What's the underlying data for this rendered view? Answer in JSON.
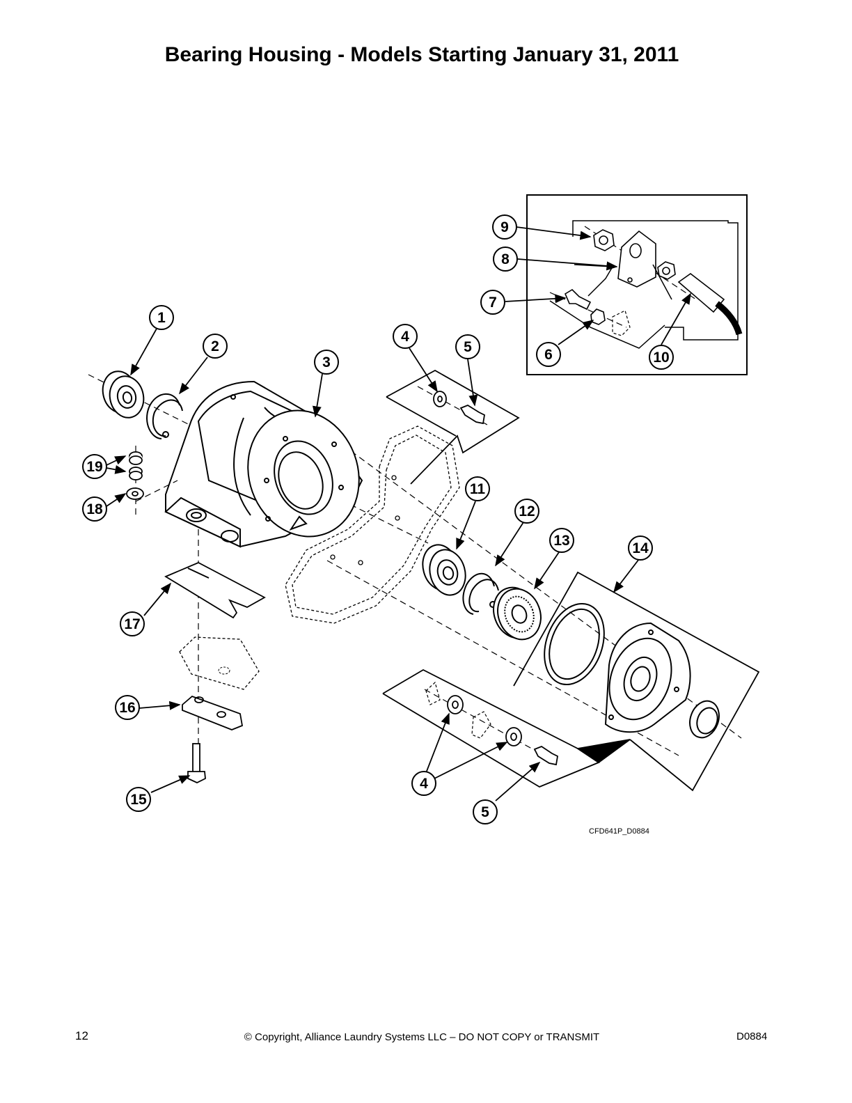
{
  "page": {
    "title": "Bearing Housing - Models Starting January 31, 2011",
    "page_number": "12",
    "copyright": "© Copyright, Alliance Laundry Systems LLC – DO NOT COPY or TRANSMIT",
    "doc_code": "D0884"
  },
  "diagram": {
    "drawing_code": "CFD641P_D0884",
    "callouts": {
      "c1": "1",
      "c2": "2",
      "c3": "3",
      "c4a": "4",
      "c5a": "5",
      "c6": "6",
      "c7": "7",
      "c8": "8",
      "c9": "9",
      "c10": "10",
      "c11": "11",
      "c12": "12",
      "c13": "13",
      "c14": "14",
      "c15": "15",
      "c16": "16",
      "c17": "17",
      "c18": "18",
      "c19": "19",
      "c4b": "4",
      "c5b": "5"
    }
  }
}
